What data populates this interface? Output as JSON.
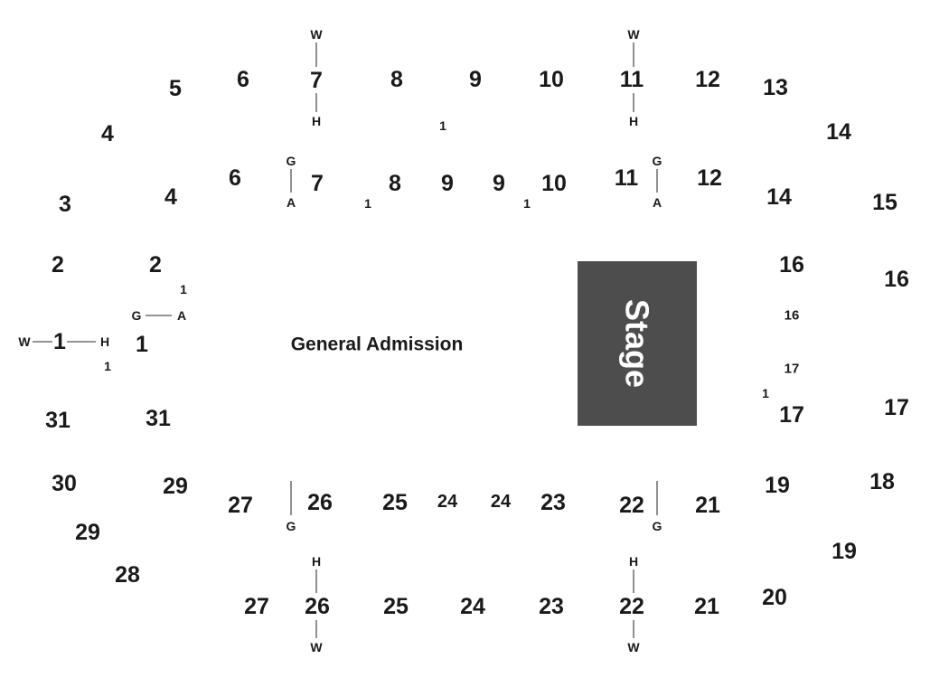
{
  "general_admission": "General Admission",
  "stage": {
    "label": "Stage",
    "color": "#4d4d4d"
  },
  "outer_sections": [
    "5",
    "4",
    "3",
    "2",
    "1",
    "31",
    "30",
    "29",
    "28",
    "6",
    "7",
    "8",
    "9",
    "10",
    "11",
    "12",
    "13",
    "14",
    "15",
    "16",
    "17",
    "18",
    "19",
    "20",
    "27",
    "26",
    "25",
    "24",
    "23",
    "22",
    "21"
  ],
  "inner_sections": [
    "6",
    "7",
    "8",
    "9",
    "9",
    "10",
    "11",
    "12",
    "4",
    "2",
    "1",
    "31",
    "29",
    "14",
    "16",
    "16",
    "17",
    "17",
    "19",
    "27",
    "26",
    "25",
    "24",
    "24",
    "23",
    "22",
    "21"
  ],
  "row_markers": [
    "W",
    "H",
    "W",
    "H",
    "G",
    "A",
    "G",
    "A",
    "W",
    "H",
    "G",
    "A",
    "G",
    "G",
    "H",
    "W",
    "H",
    "W"
  ],
  "aisle_ones": [
    "1",
    "1",
    "1",
    "1",
    "1",
    "1"
  ]
}
